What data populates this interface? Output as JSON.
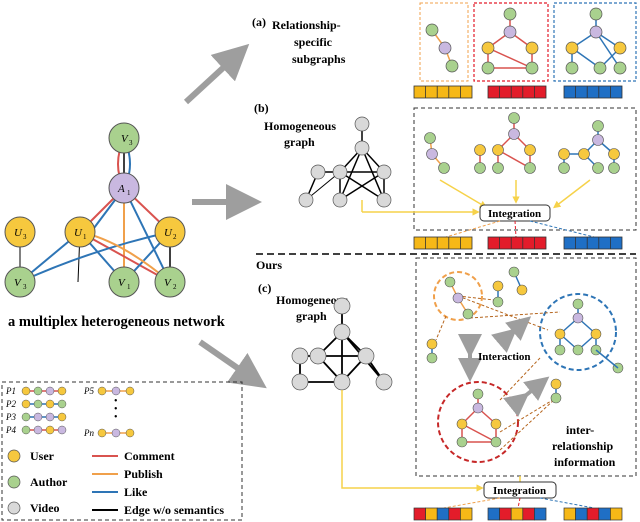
{
  "labels": {
    "a_marker": "(a)",
    "a_text_lines": [
      "Relationship-",
      "specific",
      "subgraphs"
    ],
    "b_marker": "(b)",
    "b_text_lines": [
      "Homogeneous",
      "graph"
    ],
    "c_marker": "(c)",
    "c_text_lines": [
      "Homogeneous",
      "graph"
    ],
    "ours": "Ours",
    "integration_b": "Integration",
    "integration_c": "Integration",
    "interaction": "Interaction",
    "inter_rel_lines": [
      "inter-",
      "relationship",
      "information"
    ],
    "main_caption": "a multiplex heterogeneous network"
  },
  "nodes": {
    "A1": "A",
    "A1_sub": "1",
    "V3": "V",
    "V3_sub": "3",
    "U1": "U",
    "U1_sub": "1",
    "U2": "U",
    "U2_sub": "2",
    "U3": "U",
    "U3_sub": "3",
    "V1": "V",
    "V1_sub": "1",
    "V2": "V",
    "V2_sub": "2",
    "V3b": "V",
    "V3b_sub": "3"
  },
  "legend": {
    "paths": [
      "P1",
      "P2",
      "P3",
      "P4",
      "P5",
      "Pn"
    ],
    "dots": "•\n•\n•",
    "node_types": [
      {
        "label": "User",
        "color": "#f6c83e"
      },
      {
        "label": "Author",
        "color": "#a9d18e"
      },
      {
        "label": "Video",
        "color": "#d9d9d9"
      }
    ],
    "edge_types": [
      {
        "label": "Comment",
        "color": "#d9534f"
      },
      {
        "label": "Publish",
        "color": "#f0a04b"
      },
      {
        "label": "Like",
        "color": "#2e75b6"
      },
      {
        "label": "Edge w/o semantics",
        "color": "#000000"
      }
    ]
  },
  "colors": {
    "user": "#f6c83e",
    "author": "#a9d18e",
    "video": "#d9d9d9",
    "hub": "#c9b8e0",
    "comment": "#d9534f",
    "publish": "#f0a04b",
    "like": "#2e75b6",
    "integration_line": "#f6d24a",
    "arrow": "#9e9e9e",
    "orange_vec": "#f6b817",
    "red_vec": "#e31c2a",
    "blue_vec": "#1f6fc5"
  }
}
